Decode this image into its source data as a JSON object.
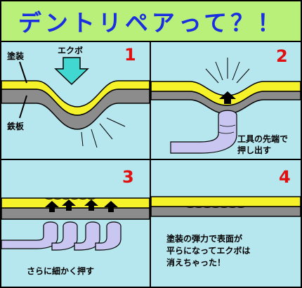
{
  "title": "デントリペアって？！",
  "panels": [
    {
      "number": "1",
      "labels": {
        "paint": "塗装",
        "steel": "鉄板",
        "dent": "エクボ"
      }
    },
    {
      "number": "2",
      "caption_line1": "工具の先端で",
      "caption_line2": "押し出す"
    },
    {
      "number": "3",
      "caption": "さらに細かく押す"
    },
    {
      "number": "4",
      "caption_line1": "塗装の弾力で表面が",
      "caption_line2": "平らになってエクボは",
      "caption_line3": "消えちゃった！"
    }
  ],
  "colors": {
    "title_bg": "#b8f07a",
    "title_text": "#1a2fe0",
    "panel_bg": "#b6e6ee",
    "paint_layer": "#f5f22a",
    "steel_layer": "#8c8c8c",
    "tool": "#c9c6f2",
    "down_arrow": "#40d8d0",
    "number": "#e01010"
  }
}
